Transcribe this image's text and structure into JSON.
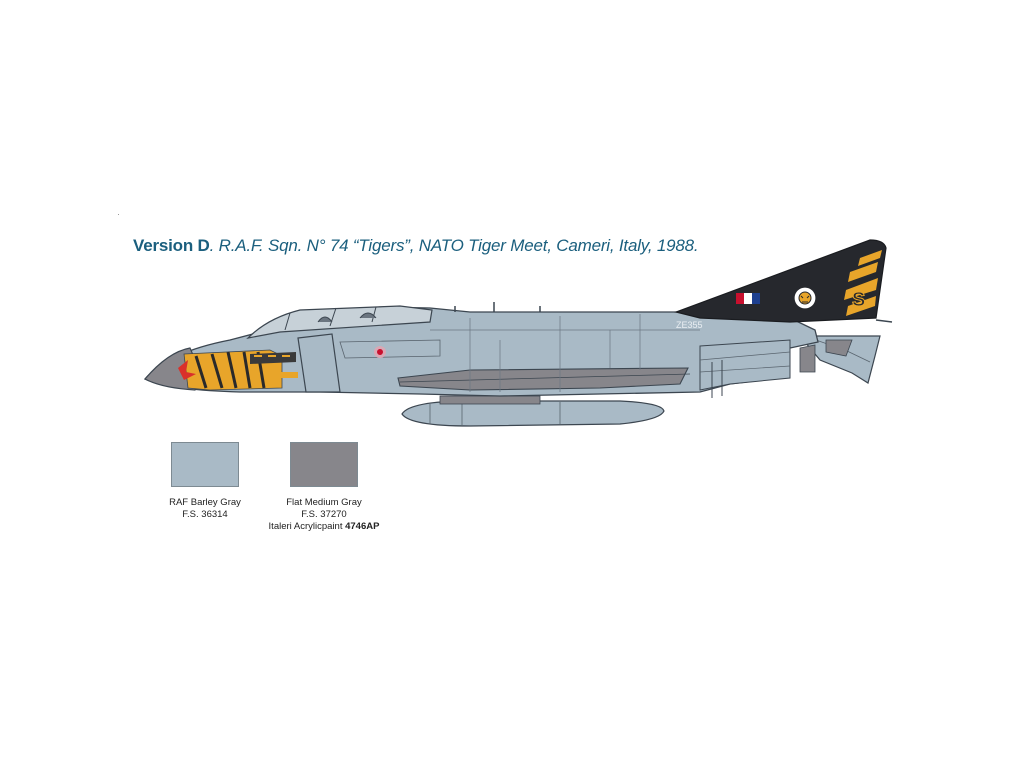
{
  "caption": {
    "version": "Version D",
    "description": ". R.A.F. Sqn. N° 74 “Tigers”, NATO Tiger Meet, Cameri, Italy, 1988."
  },
  "aircraft": {
    "serial": "ZE355",
    "tail_code": "S"
  },
  "colors": {
    "barley_gray": "#a9bac6",
    "medium_gray": "#87868b",
    "tail_black": "#26282d",
    "tiger_orange": "#e8a52a",
    "caption_blue": "#1b5f7e"
  },
  "swatches": [
    {
      "name": "RAF Barley Gray",
      "fs_code": "F.S. 36314",
      "color": "#a9bac6"
    },
    {
      "name": "Flat Medium Gray",
      "fs_code": "F.S. 37270",
      "color": "#87868b",
      "paint_label": "Italeri Acrylicpaint ",
      "paint_code": "4746AP"
    }
  ]
}
